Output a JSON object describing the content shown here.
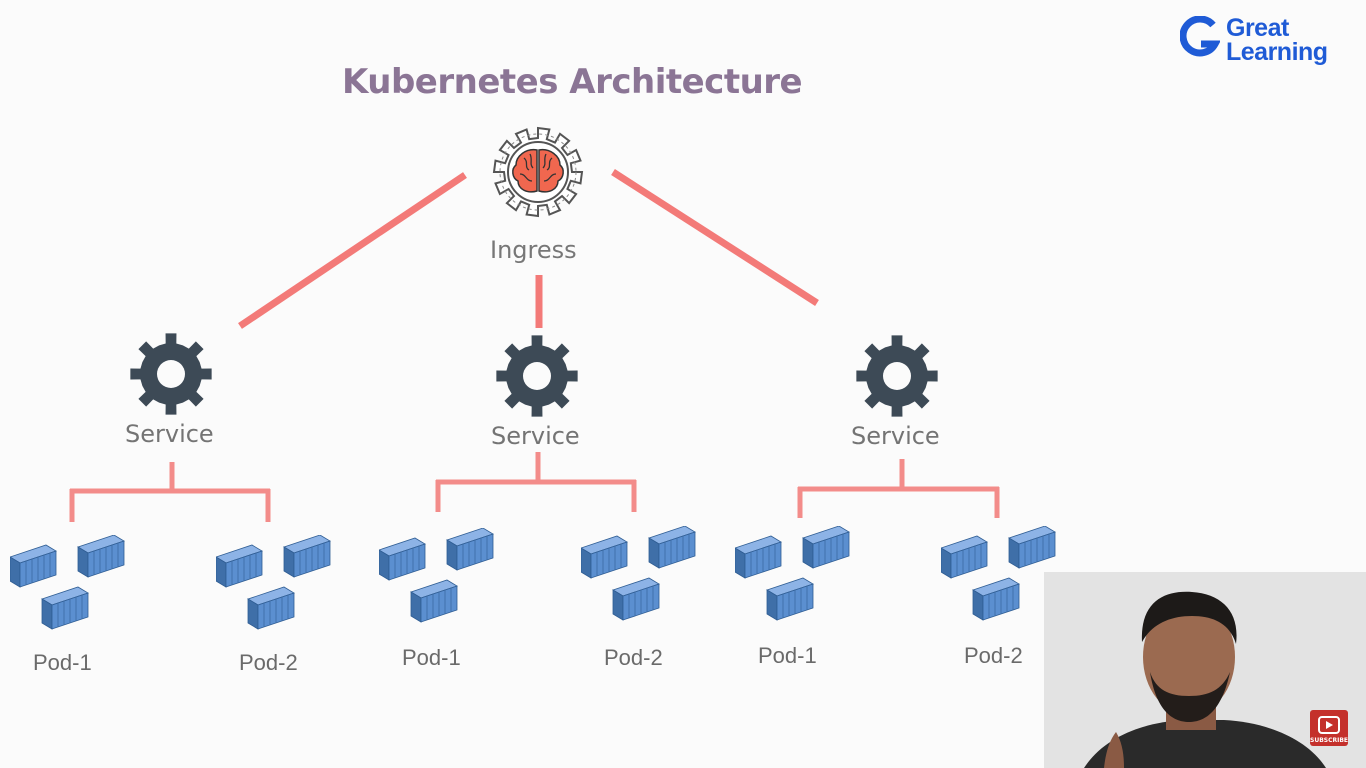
{
  "title": "Kubernetes Architecture",
  "brand": {
    "line1": "Great",
    "line2": "Learning",
    "color": "#1f5bd6"
  },
  "colors": {
    "connector": "#f37a78",
    "gear": "#3d4a56",
    "container": "#5b8fd0",
    "title": "#8b7595"
  },
  "ingress": {
    "label": "Ingress",
    "icon": "brain-gear-icon"
  },
  "services": [
    {
      "label": "Service",
      "icon": "gear-icon",
      "pods": [
        {
          "label": "Pod-1"
        },
        {
          "label": "Pod-2"
        }
      ]
    },
    {
      "label": "Service",
      "icon": "gear-icon",
      "pods": [
        {
          "label": "Pod-1"
        },
        {
          "label": "Pod-2"
        }
      ]
    },
    {
      "label": "Service",
      "icon": "gear-icon",
      "pods": [
        {
          "label": "Pod-1"
        },
        {
          "label": "Pod-2"
        }
      ]
    }
  ],
  "webcam": {
    "subscribe_label": "SUBSCRIBE"
  }
}
